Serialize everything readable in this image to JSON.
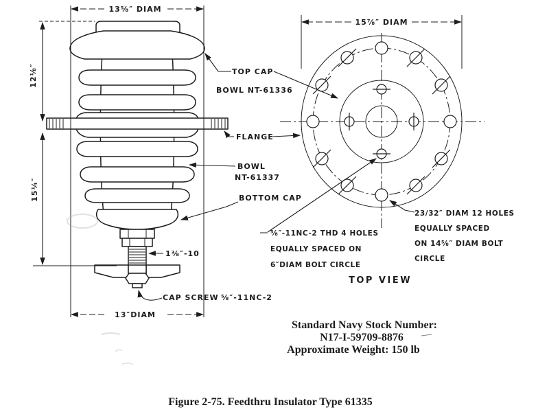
{
  "figure": {
    "caption": "Figure 2-75. Feedthru Insulator Type 61335",
    "stock_block": {
      "line1": "Standard Navy Stock Number:",
      "line2": "N17-I-59709-8876",
      "line3": "Approximate Weight:  150 lb"
    },
    "side_view": {
      "dims": {
        "top_diam": "13⅝″ DIAM",
        "height_upper": "12⅛″",
        "height_lower": "15¼″",
        "bottom_diam": "13″DIAM",
        "stud_thread": "1⅜″-10"
      },
      "labels": {
        "top_cap": "TOP CAP",
        "bowl_upper": "BOWL NT-61336",
        "flange": "FLANGE",
        "bowl_lower_1": "BOWL",
        "bowl_lower_2": "NT-61337",
        "bottom_cap": "BOTTOM CAP",
        "cap_screw": "CAP SCREW",
        "cap_screw_spec": "⅝″-11NC-2"
      }
    },
    "top_view": {
      "title": "TOP VIEW",
      "dim_diam": "15⅞″ DIAM",
      "callout_4holes": [
        "⅝″-11NC-2 THD  4 HOLES",
        "EQUALLY  SPACED  ON",
        "6″DIAM  BOLT  CIRCLE"
      ],
      "callout_12holes": [
        "23/32″ DIAM  12 HOLES",
        "EQUALLY  SPACED",
        "ON 14⅝″ DIAM  BOLT",
        "CIRCLE"
      ]
    }
  },
  "colors": {
    "ink": "#1d1d1d",
    "paper": "#ffffff"
  }
}
